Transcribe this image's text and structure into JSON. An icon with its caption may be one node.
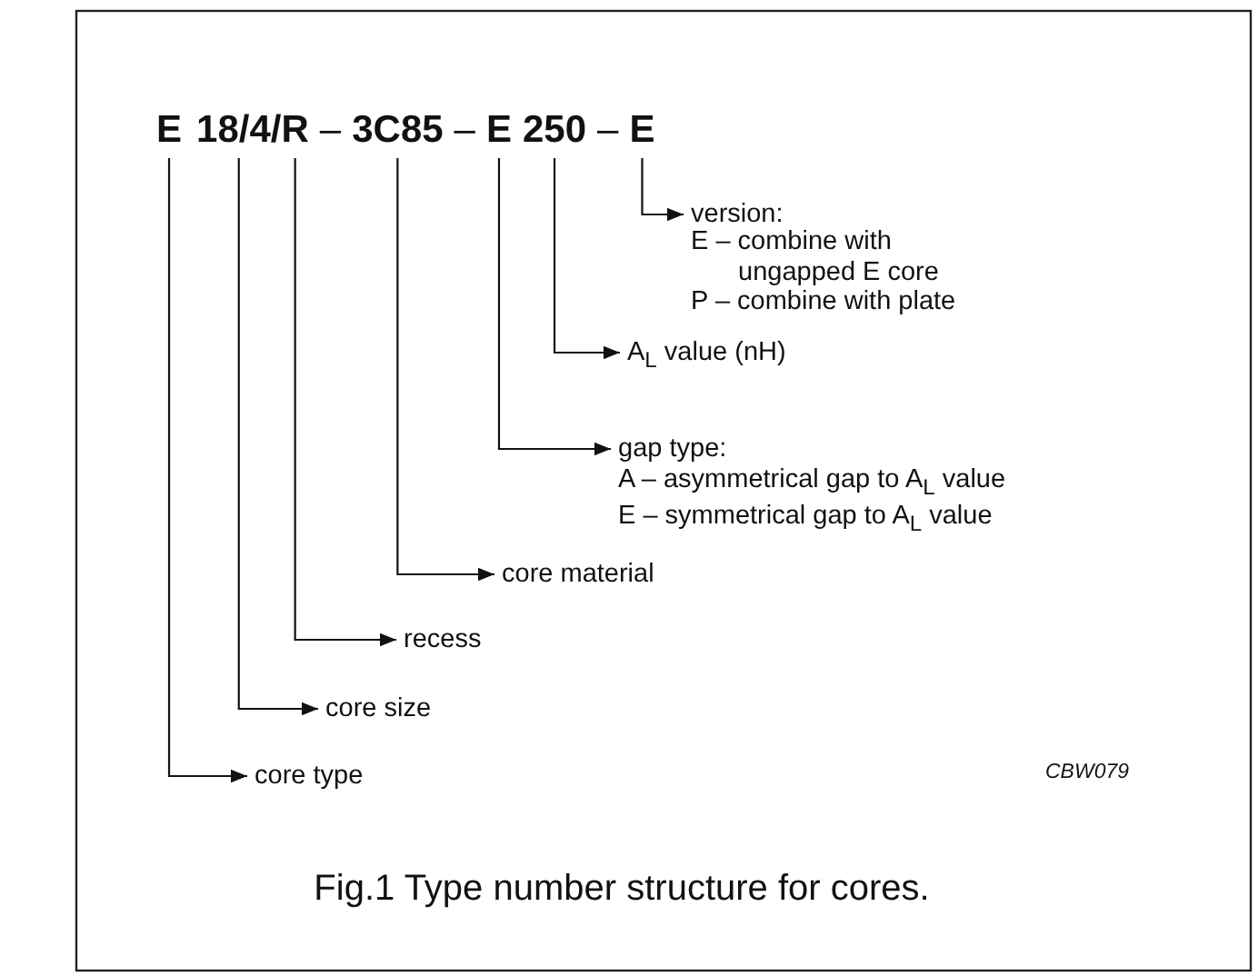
{
  "diagram": {
    "caption": "Fig.1  Type number structure for cores.",
    "nodes": [
      {
        "text": [
          "E"
        ]
      },
      {
        "text": [
          "18/4/"
        ]
      },
      {
        "text": [
          "R"
        ]
      },
      {
        "text": [
          "3C85"
        ]
      },
      {
        "text": [
          "E"
        ]
      },
      {
        "text": [
          "250"
        ]
      },
      {
        "text": [
          "E"
        ]
      },
      {
        "text": [
          "core type"
        ]
      },
      {
        "text": [
          "core size"
        ]
      },
      {
        "text": [
          "recess"
        ]
      },
      {
        "text": [
          "core material"
        ]
      },
      {
        "text": [
          "gap type:",
          "A – asymmetrical gap to A$_{L}$ value",
          "E – symmetrical gap to A$_{L}$ value"
        ]
      },
      {
        "text": [
          "A$_{L}$ value (nH)"
        ]
      },
      {
        "text": [
          "version:",
          "E – combine with ungapped E core",
          "P – combine with plate"
        ]
      }
    ],
    "edges": [
      {
        "from": 0,
        "to": 7,
        "arrow": "to"
      },
      {
        "from": 1,
        "to": 8,
        "arrow": "to"
      },
      {
        "from": 2,
        "to": 9,
        "arrow": "to"
      },
      {
        "from": 3,
        "to": 10,
        "arrow": "to"
      },
      {
        "from": 4,
        "to": 11,
        "arrow": "to"
      },
      {
        "from": 5,
        "to": 12,
        "arrow": "to"
      },
      {
        "from": 6,
        "to": 13,
        "arrow": "to"
      }
    ],
    "labels": [
      "–",
      "–",
      "–",
      "CBW079"
    ]
  }
}
